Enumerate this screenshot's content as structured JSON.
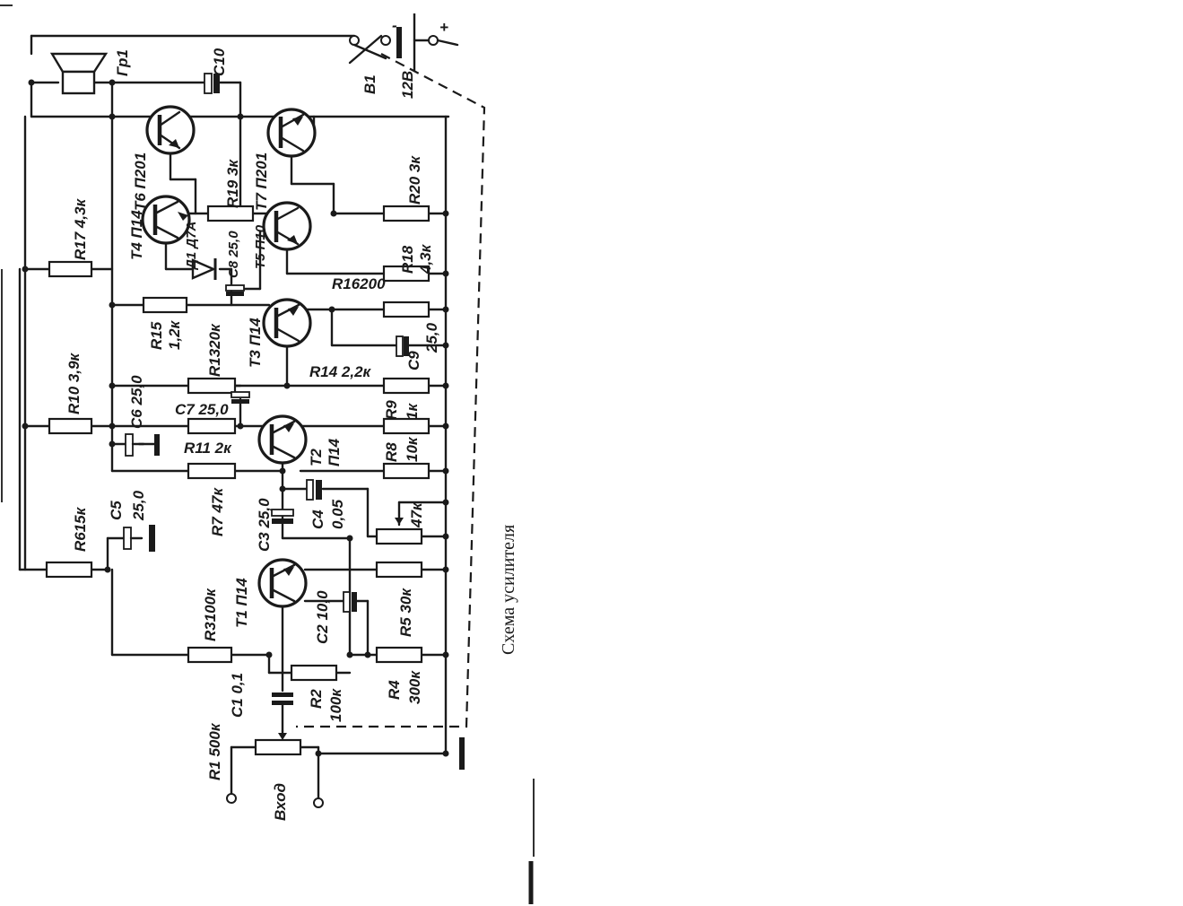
{
  "schematic": {
    "caption": "Схема усилителя",
    "speaker_label": "Гр1",
    "switch_label": "В1",
    "supply_label": "12В",
    "minus_sign": "-",
    "plus_sign": "+",
    "input_label": "Вход",
    "transistors": {
      "t1": "T1 П14",
      "t2": "T2",
      "t2_type": "П14",
      "t3": "T3 П14",
      "t4": "T4 П14",
      "t5": "T5 П10",
      "t6": "T6 П201",
      "t7": "T7 П201"
    },
    "resistors": {
      "r1": "R1 500к",
      "r2": "R2",
      "r2_value": "100к",
      "r3": "R3100к",
      "r4": "R4",
      "r4_value": "300к",
      "r5": "R5 30к",
      "r6": "R615к",
      "r7": "R7 47к",
      "r8": "R8",
      "r8_value": "10к",
      "r9": "R9",
      "r9_value": "1к",
      "r10": "R10 3,9к",
      "r11": "R11 2к",
      "r13": "R1320к",
      "r14": "R14 2,2к",
      "r15": "R15",
      "r15_value": "1,2к",
      "r16": "R16200",
      "r17": "R17 4,3к",
      "r18": "R18",
      "r18_value": "4,3к",
      "r19": "R19 3к",
      "r20": "R20 3к",
      "pot_value": "47к"
    },
    "capacitors": {
      "c1": "C1 0,1",
      "c2": "C2 10,0",
      "c3": "C3 25,0",
      "c4": "C4",
      "c4_value": "0,05",
      "c5": "C5",
      "c5_value": "25,0",
      "c6": "C6 25,0",
      "c7": "C7 25,0",
      "c8": "C8 25,0",
      "c9": "C9",
      "c9_value": "25,0",
      "c10": "C10"
    },
    "diode": "Д1 Д7А"
  }
}
